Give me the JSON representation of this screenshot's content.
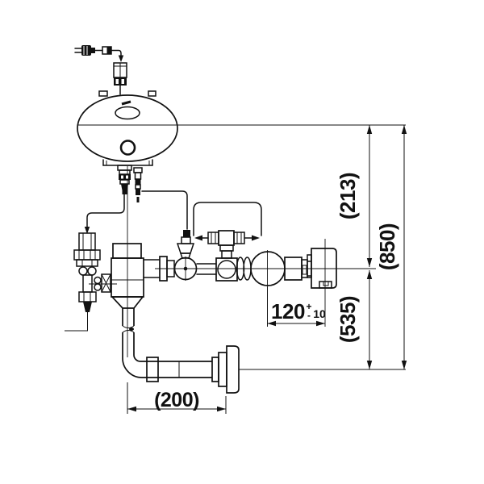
{
  "drawing": {
    "background_color": "#ffffff",
    "line_color": "#111111",
    "dims": {
      "upper_height": "(213)",
      "total_height": "(850)",
      "lower_height": "(535)",
      "offset_value": "120",
      "offset_plus": "+",
      "offset_minus": "-",
      "offset_tolerance": "10",
      "bottom_width": "(200)"
    }
  }
}
